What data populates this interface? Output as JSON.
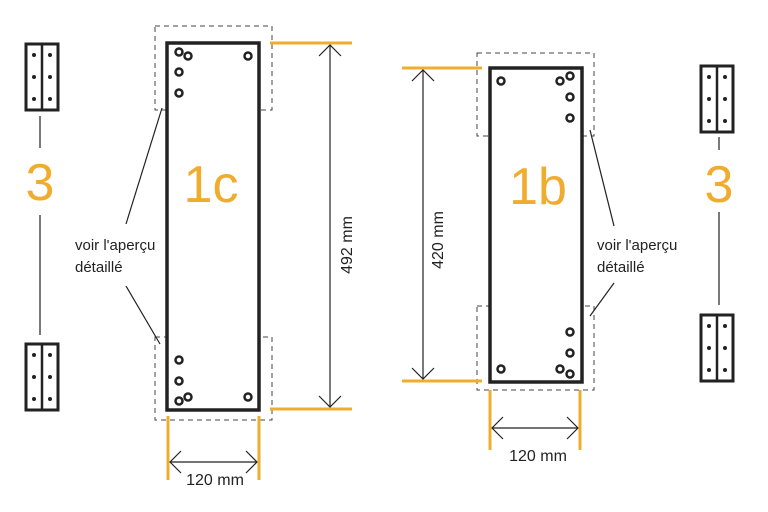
{
  "colors": {
    "accent": "#f0ac2e",
    "line": "#222222"
  },
  "left": {
    "panel_label": "1c",
    "height_dim": "492 mm",
    "width_dim": "120 mm",
    "note_line1": "voir l'aperçu",
    "note_line2": "détaillé",
    "hinge_count": "3"
  },
  "right": {
    "panel_label": "1b",
    "height_dim": "420 mm",
    "width_dim": "120 mm",
    "note_line1": "voir l'aperçu",
    "note_line2": "détaillé",
    "hinge_count": "3"
  }
}
